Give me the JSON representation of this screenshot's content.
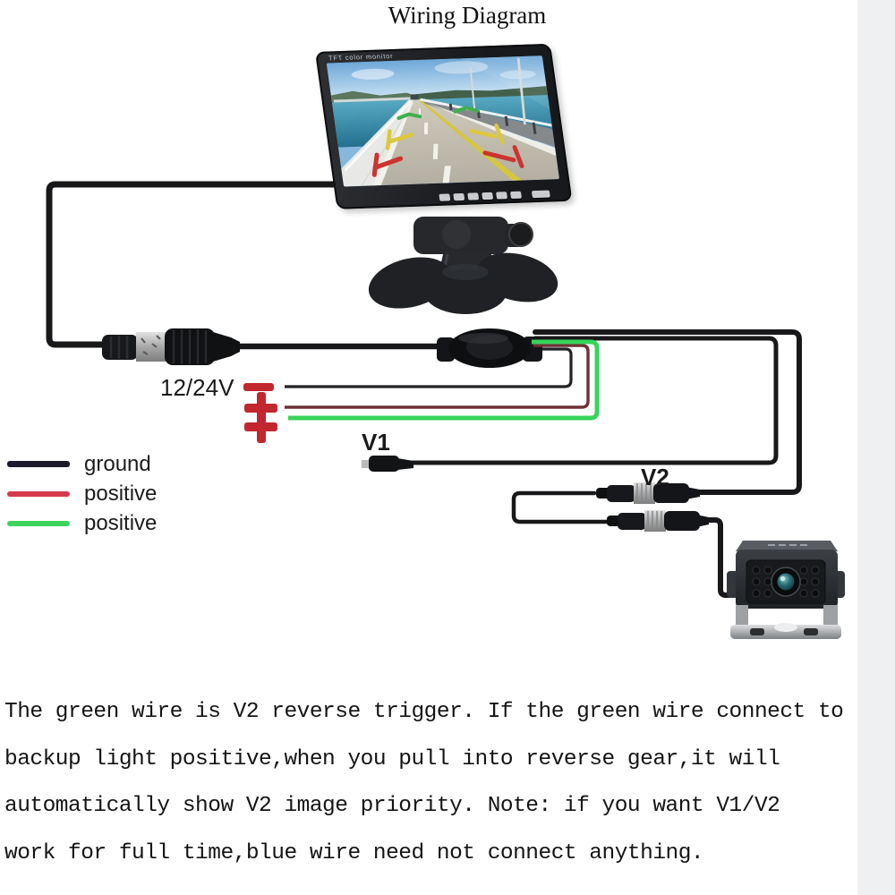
{
  "title": "Wiring Diagram",
  "monitor": {
    "screen_label": "TFT color monitor"
  },
  "power": {
    "label": "12/24V",
    "symbol_color": "#c2262e"
  },
  "video_inputs": {
    "v1_label": "V1",
    "v2_label": "V2"
  },
  "legend": {
    "items": [
      {
        "label": "ground",
        "color": "#1b1b2c"
      },
      {
        "label": "positive",
        "color": "#d63a4a"
      },
      {
        "label": "positive",
        "color": "#3ed45c"
      }
    ]
  },
  "description": {
    "lines": [
      "The green wire is V2 reverse trigger. If the green wire connect to",
      "backup light positive,when you pull into reverse gear,it will",
      "automatically show V2 image priority. Note: if you want V1/V2",
      "work for full time,blue wire need not connect anything."
    ]
  }
}
